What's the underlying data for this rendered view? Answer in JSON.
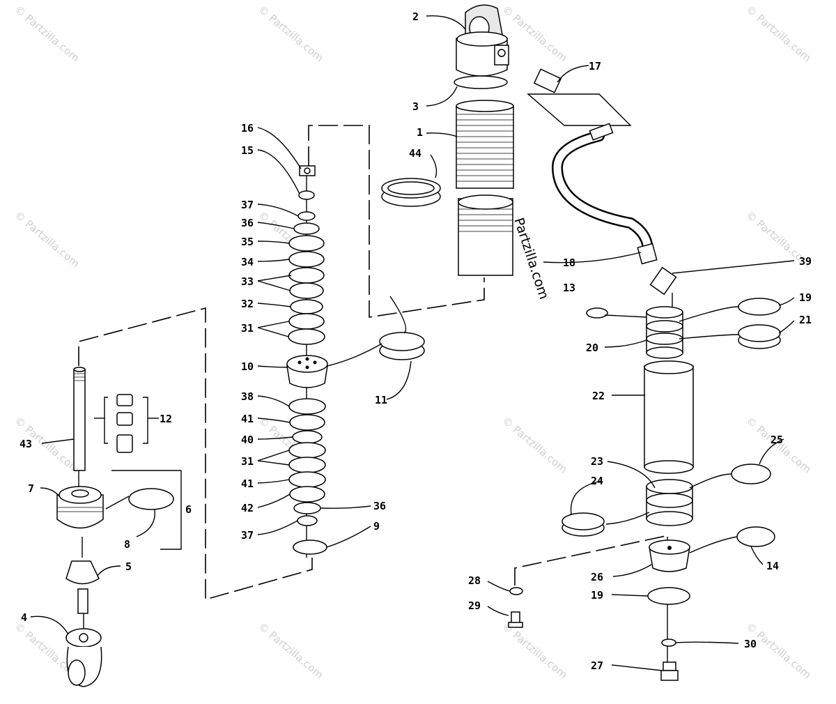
{
  "watermark": {
    "text": "© Partzilla.com",
    "brand_text": "Partzilla.com"
  },
  "callouts": {
    "c1": "1",
    "c2": "2",
    "c3": "3",
    "c4": "4",
    "c5": "5",
    "c6": "6",
    "c7": "7",
    "c8": "8",
    "c9": "9",
    "c10": "10",
    "c11": "11",
    "c12": "12",
    "c13": "13",
    "c14": "14",
    "c15": "15",
    "c16": "16",
    "c17": "17",
    "c18": "18",
    "c19a": "19",
    "c19b": "19",
    "c20": "20",
    "c21": "21",
    "c22": "22",
    "c23": "23",
    "c24": "24",
    "c25": "25",
    "c26": "26",
    "c27": "27",
    "c28": "28",
    "c29": "29",
    "c30": "30",
    "c31a": "31",
    "c31b": "31",
    "c32": "32",
    "c33": "33",
    "c34": "34",
    "c35": "35",
    "c36a": "36",
    "c36b": "36",
    "c37a": "37",
    "c37b": "37",
    "c38": "38",
    "c39": "39",
    "c40": "40",
    "c41a": "41",
    "c41b": "41",
    "c42": "42",
    "c43": "43",
    "c44": "44"
  }
}
